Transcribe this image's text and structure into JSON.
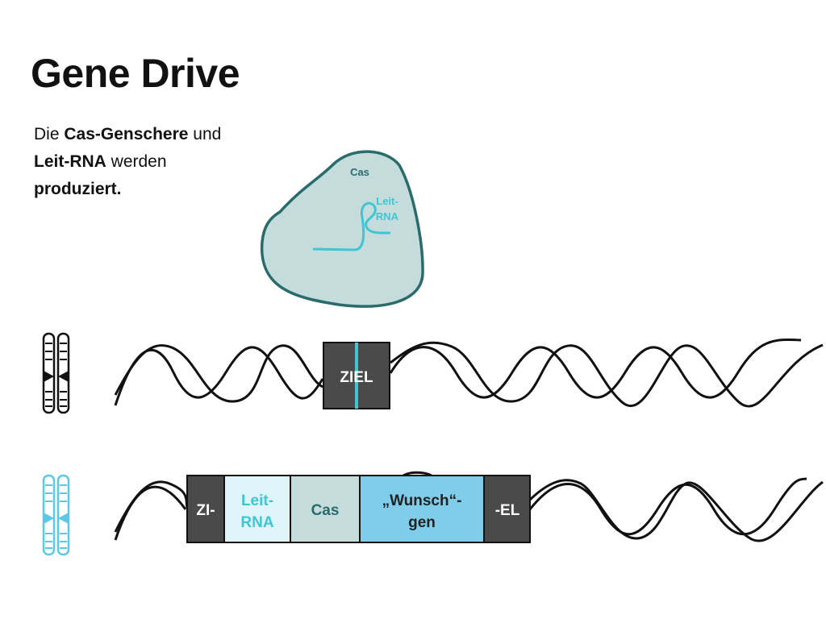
{
  "title": "Gene Drive",
  "description": {
    "p1": "Die ",
    "b1": "Cas-Genschere",
    "p2": " und ",
    "b2": "Leit-RNA",
    "p3": " werden ",
    "b3": "produziert."
  },
  "cas_protein": {
    "label": "Cas",
    "rna_label_line1": "Leit-",
    "rna_label_line2": "RNA"
  },
  "strand_top": {
    "target_label": "ZIEL"
  },
  "strand_bottom": {
    "segments": [
      {
        "line1": "ZI-",
        "line2": ""
      },
      {
        "line1": "Leit-",
        "line2": "RNA"
      },
      {
        "line1": "Cas",
        "line2": ""
      },
      {
        "line1": "„Wunsch“-",
        "line2": "gen"
      },
      {
        "line1": "-EL",
        "line2": ""
      }
    ]
  },
  "colors": {
    "dark_box": "#4a4a4a",
    "teal": "#2a6b6b",
    "cyan": "#3ec6d4",
    "protein_fill": "#c5dcdc",
    "light_cyan": "#dff5f9",
    "wish_blue": "#7fcdea",
    "chromosome_blue": "#5bc8e8"
  }
}
